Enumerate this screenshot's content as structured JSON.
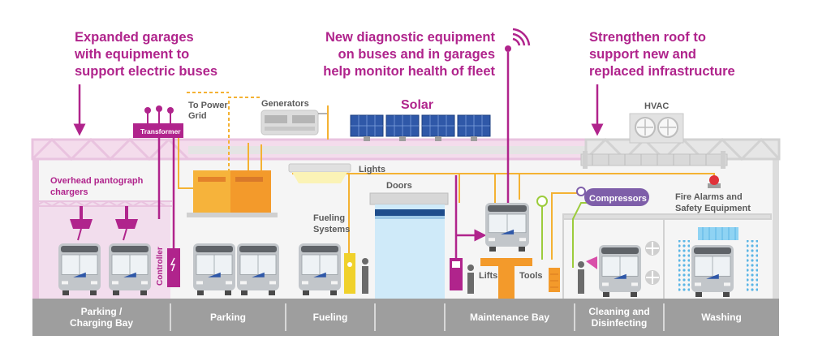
{
  "callouts": {
    "garages": [
      "Expanded garages",
      "with equipment to",
      "support electric buses"
    ],
    "diagnostic": [
      "New diagnostic equipment",
      "on buses and in garages",
      "help monitor health of fleet"
    ],
    "roof": [
      "Strengthen roof to",
      "support new and",
      "replaced infrastructure"
    ]
  },
  "labels": {
    "transformer": "Transformer",
    "to_power_grid": [
      "To Power",
      "Grid"
    ],
    "generators": "Generators",
    "solar": "Solar",
    "hvac": "HVAC",
    "lights": "Lights",
    "doors": "Doors",
    "pantograph": [
      "Overhead pantograph",
      "chargers"
    ],
    "controller": "Controller",
    "fueling_systems": [
      "Fueling",
      "Systems"
    ],
    "compressors": "Compressors",
    "fire_alarms": [
      "Fire Alarms and",
      "Safety Equipment"
    ],
    "lifts": "Lifts",
    "tools": "Tools"
  },
  "bays": [
    {
      "id": "parking-charging",
      "lines": [
        "Parking /",
        "Charging Bay"
      ]
    },
    {
      "id": "parking",
      "lines": [
        "Parking"
      ]
    },
    {
      "id": "fueling",
      "lines": [
        "Fueling"
      ]
    },
    {
      "id": "empty",
      "lines": [
        ""
      ]
    },
    {
      "id": "maintenance",
      "lines": [
        "Maintenance Bay"
      ]
    },
    {
      "id": "cleaning",
      "lines": [
        "Cleaning and",
        "Disinfecting"
      ]
    },
    {
      "id": "washing",
      "lines": [
        "Washing"
      ]
    }
  ],
  "colors": {
    "magenta": "#b0248c",
    "pink_truss": "#e9c3df",
    "grey_truss": "#dcdcdc",
    "floor": "#9e9e9e",
    "orange_line": "#f4b233",
    "green_line": "#9ccc3c",
    "compressor": "#7e5ea9",
    "solar_blue": "#2f58a8",
    "door_blue": "#cfeaf9",
    "bus_grey": "#b8bcc0"
  }
}
